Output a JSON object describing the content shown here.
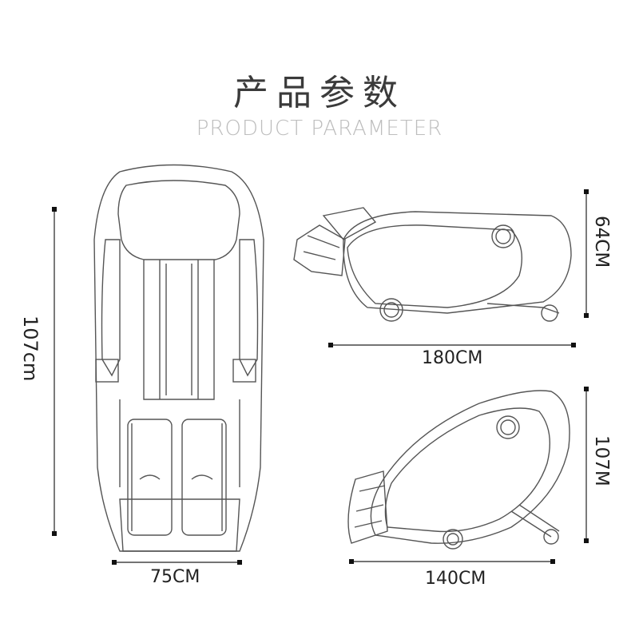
{
  "header": {
    "title": "产品参数",
    "subtitle": "PRODUCT PARAMETER"
  },
  "dimensions": {
    "front_height": "107cm",
    "front_width": "75CM",
    "side_height": "64CM",
    "side_length": "180CM",
    "recline_height": "107M",
    "recline_length": "140CM"
  }
}
